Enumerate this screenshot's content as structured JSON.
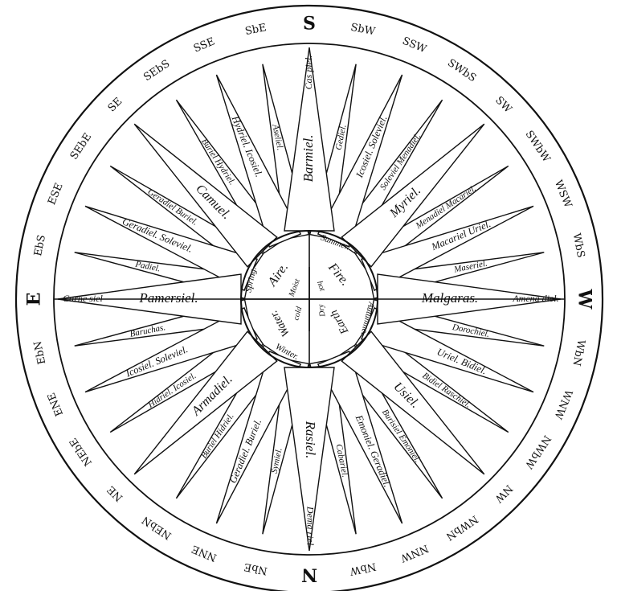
{
  "compass": {
    "points": [
      "S",
      "SbW",
      "SSW",
      "SWbS",
      "SW",
      "SWbW",
      "WSW",
      "WbS",
      "W",
      "WbN",
      "WNW",
      "NWbW",
      "NW",
      "NWbN",
      "NNW",
      "NbW",
      "N",
      "NbE",
      "NNE",
      "NEbN",
      "NE",
      "NEbE",
      "ENE",
      "EbN",
      "E",
      "EbS",
      "ESE",
      "SEbE",
      "SE",
      "SEbS",
      "SSE",
      "SbE"
    ]
  },
  "angels": {
    "S": {
      "main": "Barmiel.",
      "inner": "Cas piel."
    },
    "SbW": "Gediel.",
    "SSW": "Icosiel. Soleviel.",
    "SWbS": "Soleviel Menadiel.",
    "SW": "Myriel.",
    "SWbW": "Menadiel Macariel.",
    "WSW": "Macariel Uriel.",
    "WbS": "Maseriel.",
    "W": {
      "main": "Malgaras.",
      "inner": "Amena diel."
    },
    "WbN": "Dorochiel.",
    "WNW": "Uriel. Bidiel.",
    "NWbW": "Bidiel Raschiel.",
    "NW": "Usiel.",
    "NWbN": "Burisiel Emoniel.",
    "NNW": "Emoniel. Geradiel.",
    "NbW": "Cabariel.",
    "N": {
      "main": "Rasiel.",
      "inner": "Dema riel"
    },
    "NbE": "Symiel.",
    "NNE": "Geradiel. Buriel.",
    "NEbN": "Buriel Hidriel.",
    "NE": "Armadiel.",
    "NEbE": "Hidriel. Icosiel.",
    "ENE": "Icosiel. Soleviel.",
    "EbN": "Baruchas.",
    "E": {
      "main": "Pamersiel.",
      "inner": "Carne siel"
    },
    "EbS": "Padiel.",
    "ESE": "Geradiel. Soleviel.",
    "SEbE": "Geradiel Buriel.",
    "SE": "Camuel.",
    "SEbS": "Buriel Hydriel.",
    "SSE": "Hydriel. Icosiel.",
    "SbE": "Aseliel."
  },
  "center": {
    "quadrants": {
      "upper_left": {
        "element": "Aire.",
        "season": "Spring."
      },
      "upper_right": {
        "element": "Fire.",
        "season": "Summer."
      },
      "lower_right": {
        "element": "Earth",
        "season": "Autumne."
      },
      "lower_left": {
        "element": "Water.",
        "season": "Winter."
      }
    },
    "qualities": {
      "upper_left": "Moist",
      "upper_right": "hot",
      "lower_right": "Dry",
      "lower_left": "cold"
    }
  }
}
